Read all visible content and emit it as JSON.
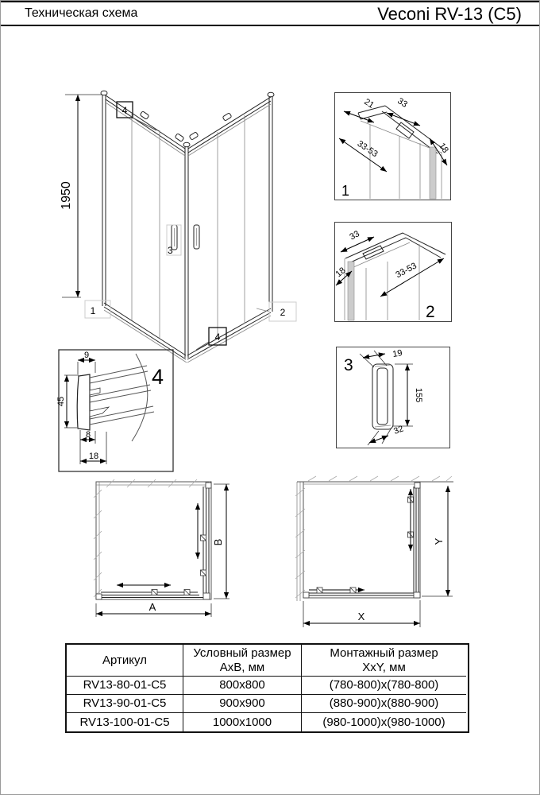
{
  "header": {
    "title": "Техническая схема",
    "model": "Veconi RV-13 (C5)"
  },
  "main_view": {
    "height_dim": "1950",
    "callout_1": "1",
    "callout_2": "2",
    "callout_3": "3",
    "callout_4_top": "4",
    "callout_4_bottom": "4"
  },
  "detail_1": {
    "label": "1",
    "dim_21": "21",
    "dim_33": "33",
    "dim_33_53": "33-53",
    "dim_18": "18"
  },
  "detail_2": {
    "label": "2",
    "dim_33": "33",
    "dim_18": "18",
    "dim_33_53": "33-53"
  },
  "detail_3": {
    "label": "3",
    "dim_19": "19",
    "dim_155": "155",
    "dim_32": "32"
  },
  "detail_4": {
    "label": "4",
    "dim_9": "9",
    "dim_45": "45",
    "dim_8": "8",
    "dim_18": "18"
  },
  "plan_conditional": {
    "width_label": "A",
    "height_label": "B"
  },
  "plan_mounting": {
    "width_label": "X",
    "height_label": "Y"
  },
  "table": {
    "col_article": "Артикул",
    "col_size_line1": "Условный размер",
    "col_size_line2": "АхВ, мм",
    "col_mount_line1": "Монтажный размер",
    "col_mount_line2": "XxY, мм",
    "rows": [
      {
        "article": "RV13-80-01-C5",
        "size": "800x800",
        "mount": "(780-800)x(780-800)"
      },
      {
        "article": "RV13-90-01-C5",
        "size": "900x900",
        "mount": "(880-900)x(880-900)"
      },
      {
        "article": "RV13-100-01-C5",
        "size": "1000x1000",
        "mount": "(980-1000)x(980-1000)"
      }
    ]
  }
}
